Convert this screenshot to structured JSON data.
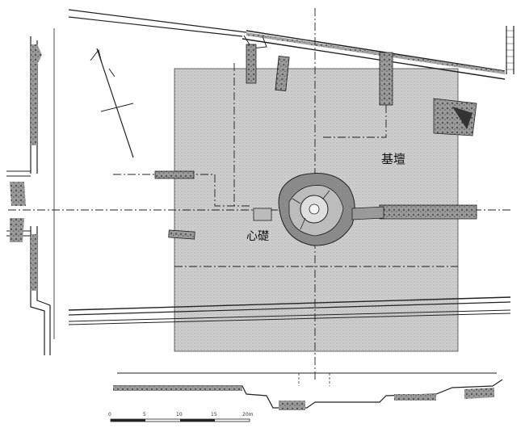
{
  "labels": {
    "platform": "基壇",
    "core_stone": "心礎"
  },
  "scale_bar": {
    "ticks": [
      "0",
      "5",
      "10",
      "15",
      "20m"
    ]
  },
  "colors": {
    "platform_fill": "#c8c8c8",
    "ink": "#222222",
    "stone": "#777777"
  }
}
